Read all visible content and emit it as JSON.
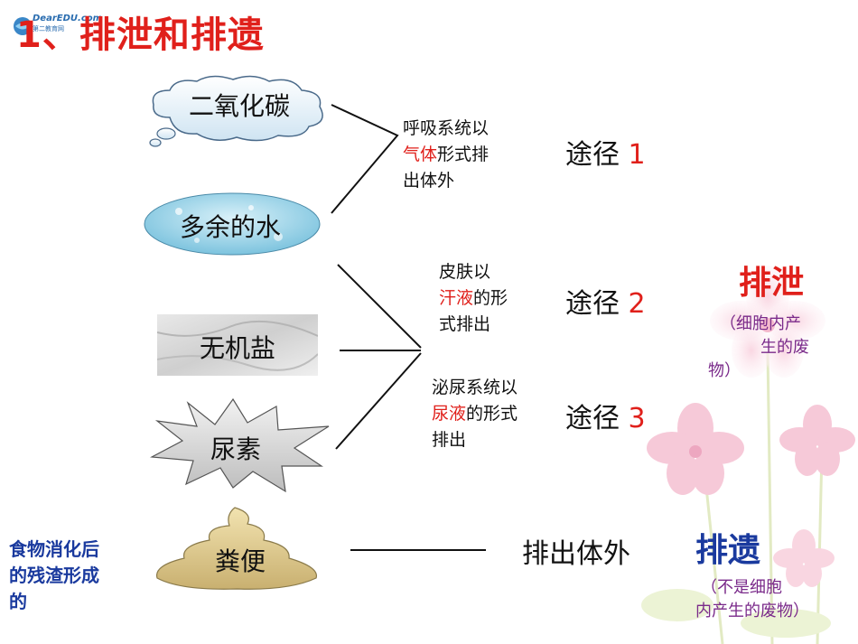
{
  "title": "1、排泄和排遗",
  "logo": {
    "text": "DearEDU.com",
    "sub": "第二教育网"
  },
  "items": {
    "co2": "二氧化碳",
    "water": "多余的水",
    "salt": "无机盐",
    "urea": "尿素",
    "feces": "粪便"
  },
  "route1": {
    "line1": "呼吸系统以",
    "highlight": "气体",
    "line2_rest": "形式排",
    "line3": "出体外",
    "label": "途径",
    "num": "1"
  },
  "route2": {
    "line1": "皮肤以",
    "highlight": "汗液",
    "line2_rest": "的形",
    "line3": "式排出",
    "label": "途径",
    "num": "2"
  },
  "route3": {
    "line1": "泌尿系统以",
    "highlight": "尿液",
    "line2_rest": "的形式",
    "line3": "排出",
    "label": "途径",
    "num": "3"
  },
  "excretion": {
    "title": "排泄",
    "note_line1": "（细胞内产",
    "note_line2": "生的废",
    "note_line3": "物）"
  },
  "egestion": {
    "title": "排遗",
    "note_line1": "（不是细胞",
    "note_line2": "内产生的废物）",
    "path": "排出体外"
  },
  "residue": {
    "line1": "食物消化后",
    "line2": "的残渣形成",
    "line3": "的"
  },
  "colors": {
    "title_red": "#e0201b",
    "purple": "#7a2a8a",
    "blue": "#1a3a9e",
    "excretion_red": "#e0201b"
  }
}
